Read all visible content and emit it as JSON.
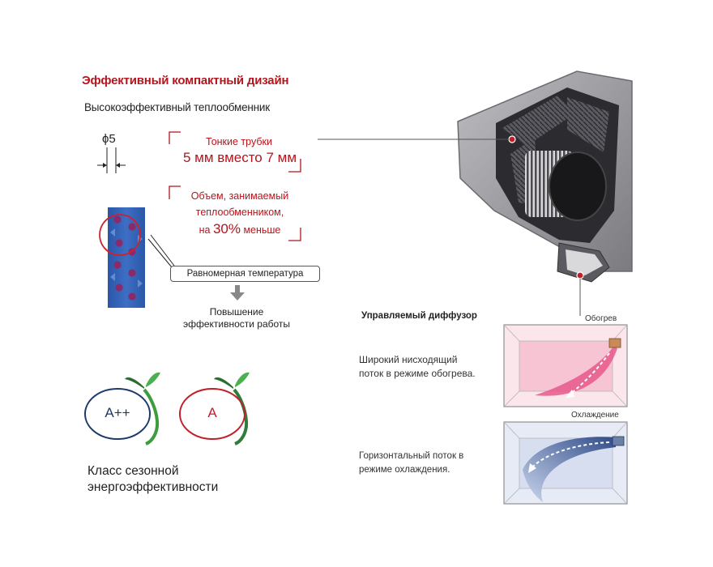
{
  "header": {
    "title": "Эффективный компактный дизайн",
    "subtitle": "Высокоэффективный теплообменник"
  },
  "tube": {
    "diameter_label": "ϕ5",
    "line1": "Тонкие трубки",
    "line2": "5 мм вместо 7 мм"
  },
  "volume": {
    "line1": "Объем, занимаемый",
    "line2": "теплообменником,",
    "line3_prefix": "на ",
    "line3_big": "30%",
    "line3_suffix": " меньше"
  },
  "callouts": {
    "even_temperature": "Равномерная температура",
    "efficiency_line1": "Повышение",
    "efficiency_line2": "эффективности работы"
  },
  "energy": {
    "badge_1": "A++",
    "badge_2": "A",
    "class_line1": "Класс сезонной",
    "class_line2": "энергоэффективности"
  },
  "diffuser": {
    "title": "Управляемый диффузор",
    "heating_label": "Обогрев",
    "heating_desc_line1": "Широкий нисходящий",
    "heating_desc_line2": "поток в режиме обогрева.",
    "cooling_label": "Охлаждение",
    "cooling_desc_line1": "Горизонтальный поток в",
    "cooling_desc_line2": "режиме охлаждения."
  },
  "colors": {
    "accent_red": "#b5151c",
    "navy": "#1d3a6b",
    "coil_blue": "#2c5bb0",
    "heat_pink": "#f3b7c8",
    "cool_blue": "#c8d4ea",
    "unit_gray": "#8d8d91"
  },
  "icons": {
    "arrow": "arrow-down-icon",
    "leaf": "leaf-icon"
  }
}
